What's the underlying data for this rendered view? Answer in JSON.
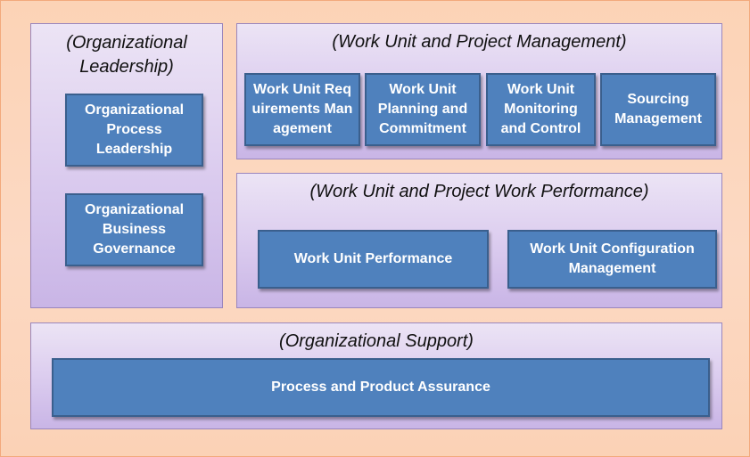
{
  "leadership": {
    "title": "(Organizational Leadership)",
    "boxes": [
      "Organizational Process Leadership",
      "Organizational Business Governance"
    ]
  },
  "management": {
    "title": "(Work Unit and Project Management)",
    "boxes": [
      "Work Unit Requirements Management",
      "Work Unit Planning and Commitment",
      "Work Unit Monitoring and Control",
      "Sourcing Management"
    ]
  },
  "performance": {
    "title": "(Work Unit and Project Work Performance)",
    "boxes": [
      "Work Unit Performance",
      "Work Unit Configuration Management"
    ]
  },
  "support": {
    "title": "(Organizational Support)",
    "boxes": [
      "Process and Product Assurance"
    ]
  }
}
